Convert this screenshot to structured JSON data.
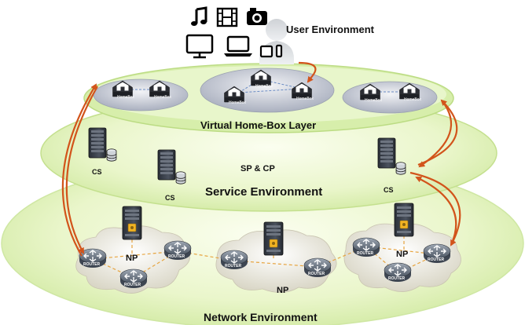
{
  "labels": {
    "user_environment": "User Environment",
    "virtual_homebox_layer": "Virtual Home-Box Layer",
    "sp_cp": "SP & CP",
    "service_environment": "Service Environment",
    "network_environment": "Network Environment",
    "cs": "CS",
    "np": "NP",
    "homebox": "HomeBox",
    "router": "ROUTER"
  },
  "icons": {
    "user_devices": [
      "music-note-icon",
      "film-strip-icon",
      "camera-icon",
      "monitor-icon",
      "laptop-icon",
      "tablet-icon",
      "phone-icon"
    ],
    "homebox": "house-box-icon",
    "server": "server-rack-icon",
    "router": "router-icon",
    "user": "user-silhouette-icon"
  },
  "colors": {
    "layer_fill": "#e7f5c4",
    "layer_edge": "#c8e596",
    "arrow": "#d2541b",
    "dashed_link": "#e7a43f",
    "homebox_link": "#6b8cc4"
  }
}
